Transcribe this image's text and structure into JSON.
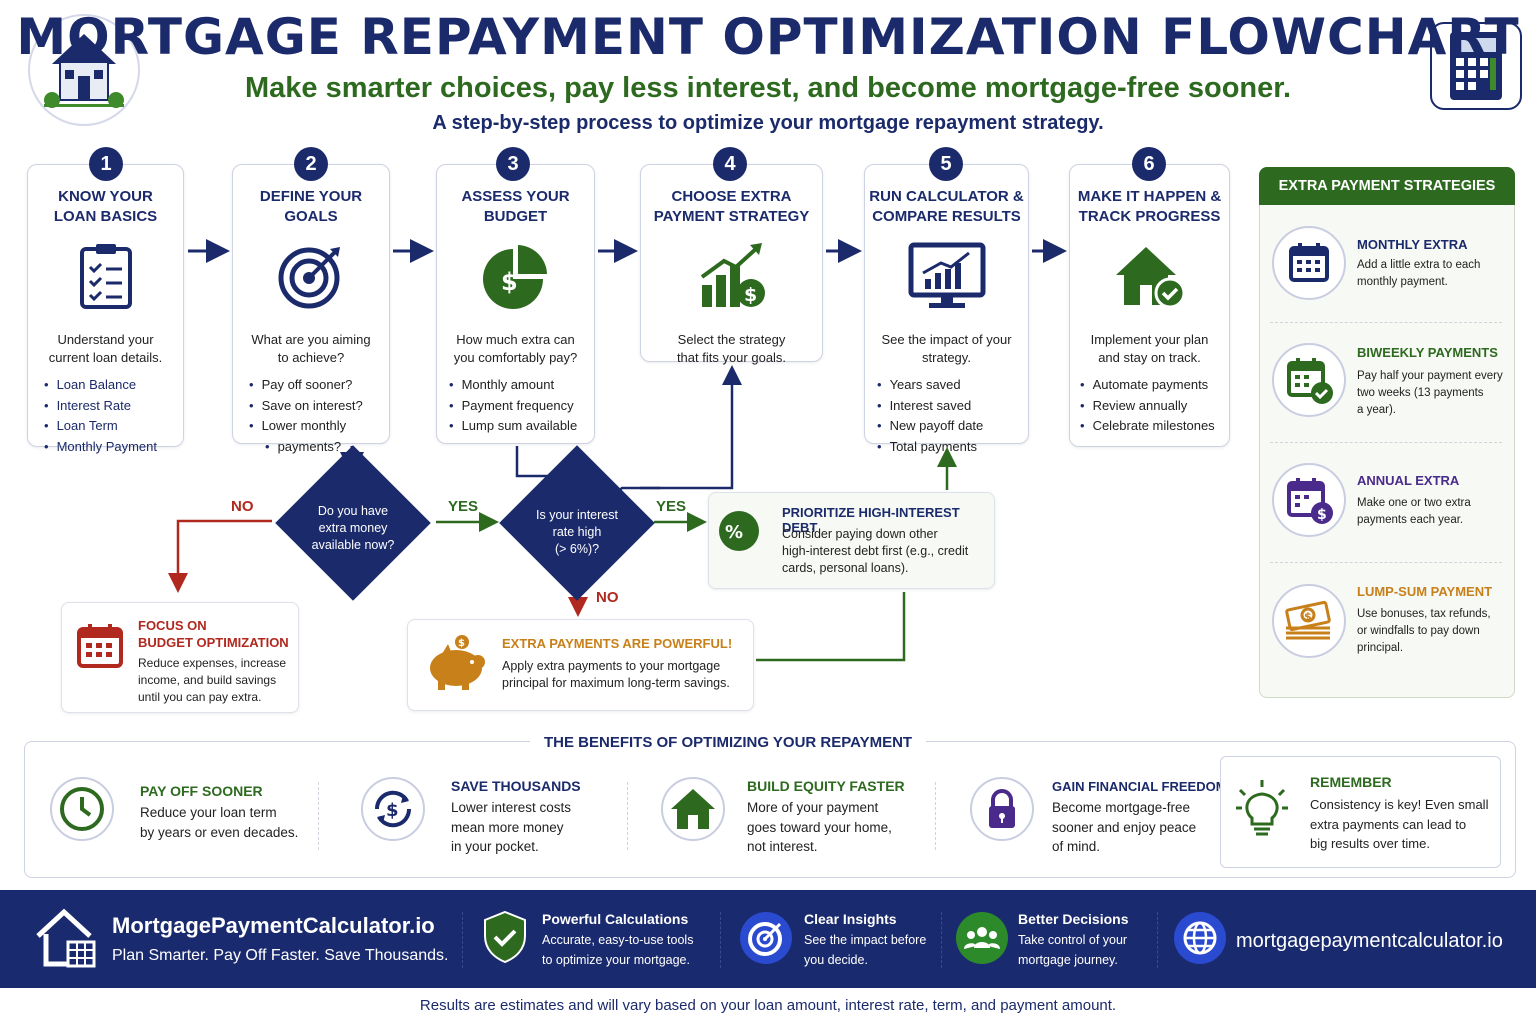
{
  "header": {
    "title": "MORTGAGE REPAYMENT OPTIMIZATION FLOWCHART",
    "subtitle": "Make smarter choices, pay less interest, and become mortgage-free sooner.",
    "tagline": "A step-by-step process to optimize your mortgage repayment strategy."
  },
  "steps": [
    {
      "number": "1",
      "title_line1": "KNOW YOUR",
      "title_line2": "LOAN BASICS",
      "desc_line1": "Understand your",
      "desc_line2": "current loan details.",
      "items": [
        "Loan Balance",
        "Interest Rate",
        "Loan Term",
        "Monthly Payment"
      ]
    },
    {
      "number": "2",
      "title_line1": "DEFINE YOUR",
      "title_line2": "GOALS",
      "desc_line1": "What are you aiming",
      "desc_line2": "to achieve?",
      "items": [
        "Pay off sooner?",
        "Save on interest?",
        "Lower monthly",
        "payments?"
      ]
    },
    {
      "number": "3",
      "title_line1": "ASSESS YOUR",
      "title_line2": "BUDGET",
      "desc_line1": "How much extra can",
      "desc_line2": "you comfortably pay?",
      "items": [
        "Monthly amount",
        "Payment frequency",
        "Lump sum available"
      ]
    },
    {
      "number": "4",
      "title_line1": "CHOOSE EXTRA",
      "title_line2": "PAYMENT STRATEGY",
      "desc_line1": "Select the strategy",
      "desc_line2": "that fits your goals.",
      "items": []
    },
    {
      "number": "5",
      "title_line1": "RUN CALCULATOR &",
      "title_line2": "COMPARE RESULTS",
      "desc_line1": "See the impact of your",
      "desc_line2": "strategy.",
      "items": [
        "Years saved",
        "Interest saved",
        "New payoff date",
        "Total payments"
      ]
    },
    {
      "number": "6",
      "title_line1": "MAKE IT HAPPEN &",
      "title_line2": "TRACK PROGRESS",
      "desc_line1": "Implement your plan",
      "desc_line2": "and stay on track.",
      "items": [
        "Automate payments",
        "Review annually",
        "Celebrate milestones"
      ]
    }
  ],
  "decisions": {
    "extra_money": {
      "line1": "Do you have",
      "line2": "extra money",
      "line3": "available now?"
    },
    "interest_high": {
      "line1": "Is your interest",
      "line2": "rate high",
      "line3": "(> 6%)?"
    },
    "labels": {
      "no": "NO",
      "yes": "YES"
    }
  },
  "outcomes": {
    "budget": {
      "title_line1": "FOCUS ON",
      "title_line2": "BUDGET OPTIMIZATION",
      "text_line1": "Reduce expenses, increase",
      "text_line2": "income, and build savings",
      "text_line3": "until you can pay extra."
    },
    "extra_powerful": {
      "title": "EXTRA PAYMENTS ARE POWERFUL!",
      "text_line1": "Apply extra payments to your mortgage",
      "text_line2": "principal for maximum long-term savings."
    },
    "high_interest": {
      "title": "PRIORITIZE HIGH-INTEREST DEBT",
      "text_line1": "Consider paying down other",
      "text_line2": "high-interest debt first (e.g., credit",
      "text_line3": "cards, personal loans)."
    }
  },
  "strategies": {
    "header": "EXTRA PAYMENT STRATEGIES",
    "items": [
      {
        "title": "MONTHLY EXTRA",
        "text_line1": "Add a little extra to each",
        "text_line2": "monthly payment.",
        "text_line3": ""
      },
      {
        "title": "BIWEEKLY PAYMENTS",
        "text_line1": "Pay half your payment every",
        "text_line2": "two weeks (13 payments",
        "text_line3": "a year)."
      },
      {
        "title": "ANNUAL EXTRA",
        "text_line1": "Make one or two extra",
        "text_line2": "payments each year.",
        "text_line3": ""
      },
      {
        "title": "LUMP-SUM PAYMENT",
        "text_line1": "Use bonuses, tax refunds,",
        "text_line2": "or windfalls to pay down",
        "text_line3": "principal."
      }
    ]
  },
  "benefits": {
    "title": "THE BENEFITS OF OPTIMIZING YOUR REPAYMENT",
    "items": [
      {
        "title": "PAY OFF SOONER",
        "line1": "Reduce your loan term",
        "line2": "by years or even decades.",
        "line3": ""
      },
      {
        "title": "SAVE THOUSANDS",
        "line1": "Lower interest costs",
        "line2": "mean more money",
        "line3": "in your pocket."
      },
      {
        "title": "BUILD EQUITY FASTER",
        "line1": "More of your payment",
        "line2": "goes toward your home,",
        "line3": "not interest."
      },
      {
        "title": "GAIN FINANCIAL FREEDOM",
        "line1": "Become mortgage-free",
        "line2": "sooner and enjoy peace",
        "line3": "of mind."
      }
    ],
    "remember": {
      "title": "REMEMBER",
      "line1": "Consistency is key! Even small",
      "line2": "extra payments can lead to",
      "line3": "big results over time."
    }
  },
  "footer": {
    "brand": "MortgagePaymentCalculator.io",
    "slogan": "Plan Smarter. Pay Off Faster. Save Thousands.",
    "features": [
      {
        "title": "Powerful Calculations",
        "line1": "Accurate, easy-to-use tools",
        "line2": "to optimize your mortgage."
      },
      {
        "title": "Clear Insights",
        "line1": "See the impact before",
        "line2": "you decide."
      },
      {
        "title": "Better Decisions",
        "line1": "Take control of your",
        "line2": "mortgage journey."
      }
    ],
    "website": "mortgagepaymentcalculator.io"
  },
  "disclaimer": "Results are estimates and will vary based on your loan amount, interest rate, term, and payment amount.",
  "colors": {
    "navy": "#1b2a6b",
    "green": "#2d6a1f",
    "red": "#b0281e",
    "orange": "#c8801a",
    "purple": "#4a2a8a"
  }
}
